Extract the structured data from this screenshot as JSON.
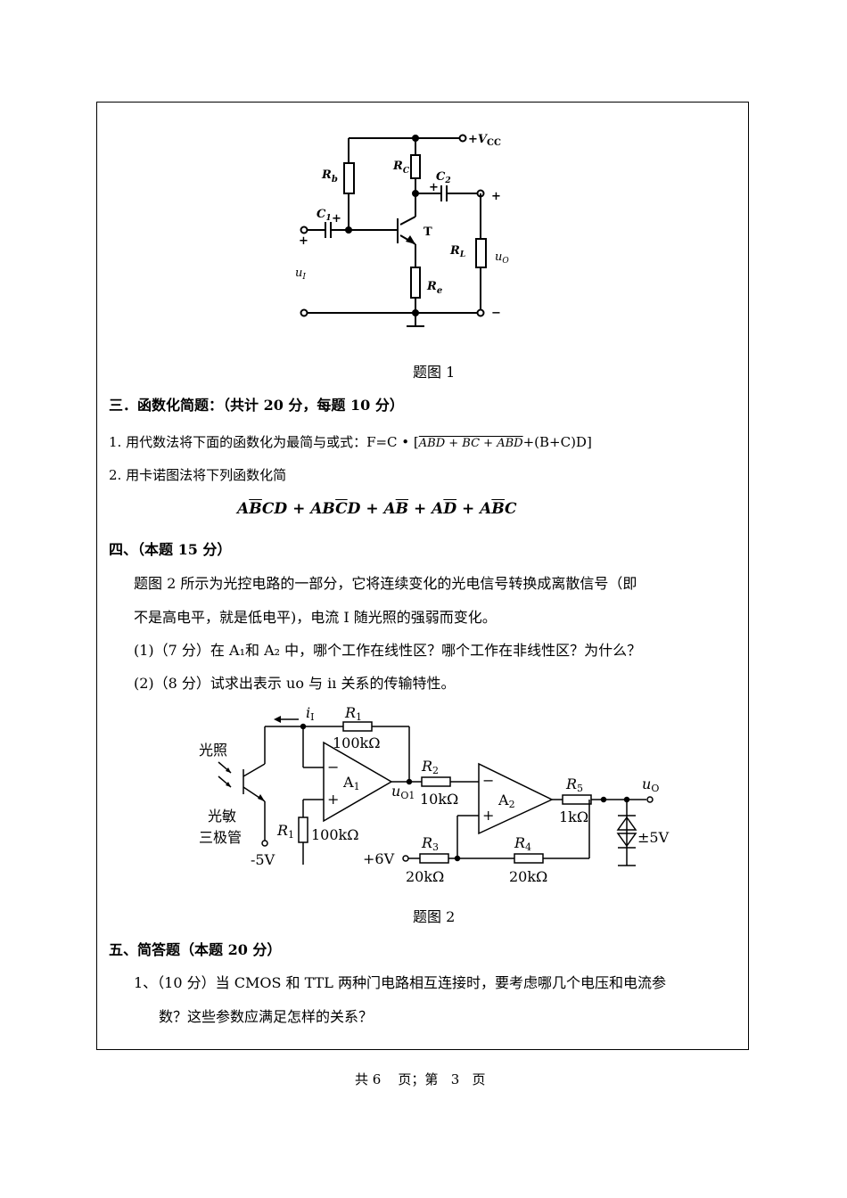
{
  "fig1": {
    "caption": "题图 1",
    "labels": {
      "vcc_sign": "+",
      "vcc_v": "V",
      "vcc_sub": "CC",
      "rb": "R",
      "rb_sub": "b",
      "rc": "R",
      "rc_sub": "C",
      "c2": "C",
      "c2_sub": "2",
      "c1": "C",
      "c1_sub": "1",
      "t": "T",
      "rl": "R",
      "rl_sub": "L",
      "uo": "u",
      "uo_sub": "O",
      "re": "R",
      "re_sub": "e",
      "ui": "u",
      "ui_sub": "I",
      "plus": "+",
      "minus": "−"
    }
  },
  "section3": {
    "title": "三．函数化简题：（共计 20 分，每题 10 分）",
    "q1_prefix": "1. 用代数法将下面的函数化为最简与或式：F=C • [",
    "q1_expr": "ABD + BC + ABD",
    "q1_suffix": "+(B+C)D]",
    "q2": "2. 用卡诺图法将下列函数化简",
    "expr": [
      "A",
      "B",
      "CD + AB",
      "C",
      "D + A",
      "B",
      " + A",
      "D",
      " + A",
      "B",
      "C"
    ]
  },
  "section4": {
    "title": "四、（本题 15 分）",
    "p1": "题图 2 所示为光控电路的一部分，它将连续变化的光电信号转换成离散信号（即",
    "p2": "不是高电平，就是低电平)，电流 I 随光照的强弱而变化。",
    "q1": "(1)（7 分）在 A₁和 A₂ 中，哪个工作在线性区？哪个工作在非线性区？为什么？",
    "q2": "(2)（8 分）试求出表示 uo 与 iı 关系的传输特性。"
  },
  "fig2": {
    "caption": "题图 2",
    "labels": {
      "light": "光照",
      "photo1": "光敏",
      "photo2": "三极管",
      "neg5": "-5V",
      "ii": "i",
      "ii_sub": "I",
      "r1": "R",
      "r1_sub": "1",
      "r1_val": "100kΩ",
      "r1b_val": "100kΩ",
      "a1": "A",
      "a1_sub": "1",
      "uo1": "u",
      "uo1_sub": "O1",
      "r2": "R",
      "r2_sub": "2",
      "r2_val": "10kΩ",
      "a2": "A",
      "a2_sub": "2",
      "r5": "R",
      "r5_sub": "5",
      "r5_val": "1kΩ",
      "uo": "u",
      "uo_sub": "O",
      "pm5": "±5V",
      "plus6": "+6V",
      "r3": "R",
      "r3_sub": "3",
      "r3_val": "20kΩ",
      "r4": "R",
      "r4_sub": "4",
      "r4_val": "20kΩ",
      "minus": "−",
      "plus": "+"
    }
  },
  "section5": {
    "title": "五、简答题（本题 20 分）",
    "q1a": "1、（10 分）当 CMOS 和 TTL 两种门电路相互连接时，要考虑哪几个电压和电流参",
    "q1b": "数？这些参数应满足怎样的关系？"
  },
  "footer": "共 6    页；第   3   页"
}
